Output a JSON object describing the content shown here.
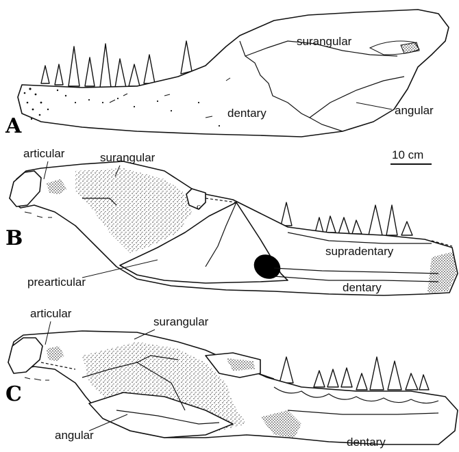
{
  "panels": [
    "A",
    "B",
    "C"
  ],
  "labels": {
    "a_surangular": "surangular",
    "a_dentary": "dentary",
    "a_angular": "angular",
    "b_articular": "articular",
    "b_surangular": "surangular",
    "b_c": "c",
    "b_supradentary": "supradentary",
    "b_prearticular": "prearticular",
    "b_dentary": "dentary",
    "c_articular": "articular",
    "c_surangular": "surangular",
    "c_angular": "angular",
    "c_dentary": "dentary"
  },
  "scale_bar": "10 cm"
}
